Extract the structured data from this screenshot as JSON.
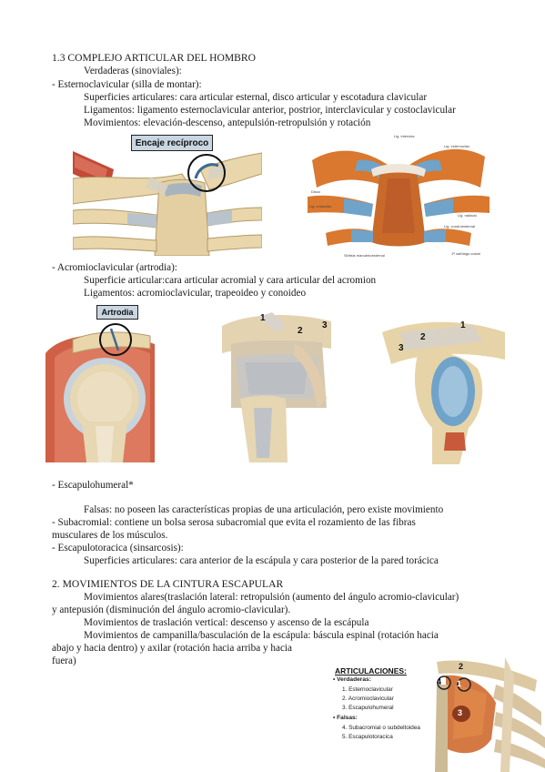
{
  "text": {
    "l1": "1.3 COMPLEJO ARTICULAR DEL HOMBRO",
    "l2": "Verdaderas (sinoviales):",
    "l3": "- Esternoclavicular (silla de montar):",
    "l4": "Superficies articulares: cara articular esternal, disco articular y escotadura clavicular",
    "l5": "Ligamentos: ligamento esternoclavicular anterior, postrior, interclavicular y costoclavicular",
    "l6": "Movimientos: elevación-descenso, antepulsión-retropulsión y rotación",
    "l7": "- Acromioclavicular (artrodia):",
    "l8": "Superficie articular:cara articular acromial y cara articular del acromion",
    "l9": "Ligamentos: acromioclavicular, trapeoideo y conoideo",
    "l10": "- Escapulohumeral*",
    "l11": "Falsas: no poseen las características propias de una articulación, pero existe movimiento",
    "l12": "- Subacromial: contiene un bolsa serosa subacromial que evita el rozamiento de las fibras",
    "l13": "musculares de los músculos.",
    "l14": "- Escapulotoracica (sinsarcosis):",
    "l15": "Superficies articulares: cara anterior de la escápula y cara posterior de la pared torácica",
    "l16": "2. MOVIMIENTOS DE LA CINTURA ESCAPULAR",
    "l17": "Movimientos alares(traslación lateral: retropulsión (aumento del ángulo acromio-clavicular)",
    "l18": "y antepusión (disminución del ángulo acromio-clavicular).",
    "l19": "Movimientos de traslación vertical: descenso y ascenso de la escápula",
    "l20": "Movimientos de campanilla/basculación de la escápula: báscula espinal (rotación hacia",
    "l21": "abajo y hacia dentro) y axilar (rotación hacia arriba y hacia",
    "l22": "fuera)"
  },
  "figures": {
    "encaje_label": "Encaje recíproco",
    "artrodia_label": "Artrodia",
    "numbers": [
      "1",
      "2",
      "3"
    ],
    "box": {
      "title": "ARTICULACIONES:",
      "verdaderas": "• Verdaderas:",
      "v1": "1.   Esternoclavicular",
      "v2": "2.   Acromioclavicular",
      "v3": "3.   Escapulohumeral",
      "falsas": "• Falsas:",
      "f4": "4.   Subacromial o subdeltoidea",
      "f5": "5.   Escapulotoracica"
    },
    "side_numbers": [
      "2",
      "4",
      "1",
      "3"
    ]
  },
  "colors": {
    "bone": "#e6d2a8",
    "cartilage": "#9fb8cf",
    "muscle": "#c8593a",
    "ligament": "#d9d4c8",
    "orange": "#d9782e",
    "blue": "#6fa3c9"
  }
}
